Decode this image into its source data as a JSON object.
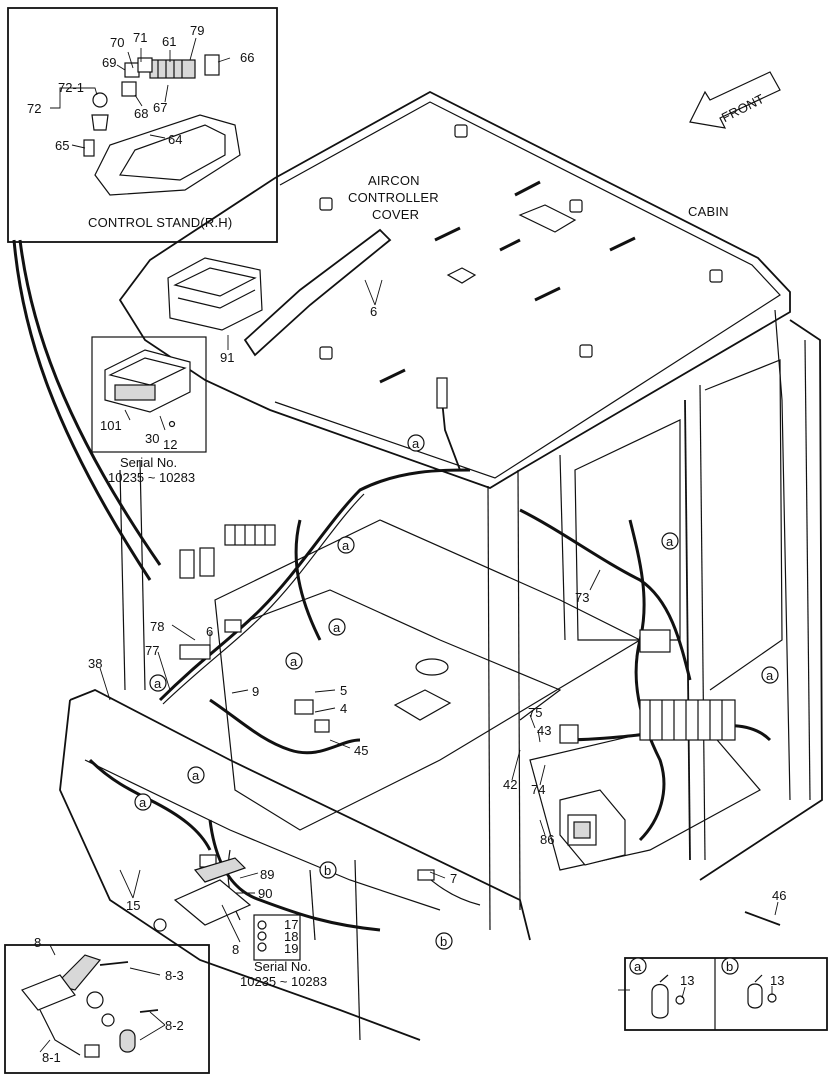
{
  "labels": {
    "control_stand": "CONTROL STAND(R.H)",
    "front": "FRONT",
    "aircon_line1": "AIRCON",
    "aircon_line2": "CONTROLLER",
    "aircon_line3": "COVER",
    "cabin": "CABIN",
    "serial_a_line1": "Serial No.",
    "serial_a_line2": "10235 ~ 10283",
    "serial_b_line1": "Serial No.",
    "serial_b_line2": "10235 ~ 10283"
  },
  "parts": {
    "p70": "70",
    "p71": "71",
    "p61": "61",
    "p79": "79",
    "p66": "66",
    "p69": "69",
    "p72_1": "72-1",
    "p72": "72",
    "p68": "68",
    "p67": "67",
    "p65": "65",
    "p64": "64",
    "p6a": "6",
    "p91": "91",
    "p101": "101",
    "p30": "30",
    "p12": "12",
    "p73": "73",
    "p78": "78",
    "p6b": "6",
    "p77": "77",
    "p38": "38",
    "p9": "9",
    "p5": "5",
    "p4": "4",
    "p45": "45",
    "p75": "75",
    "p43": "43",
    "p42": "42",
    "p74": "74",
    "p86": "86",
    "p7": "7",
    "p89": "89",
    "p90": "90",
    "p15": "15",
    "p8": "8",
    "p17": "17",
    "p18": "18",
    "p19": "19",
    "p46": "46",
    "p8_main": "8",
    "p8_3": "8-3",
    "p8_2": "8-2",
    "p8_1": "8-1",
    "p13a": "13",
    "p13b": "13"
  },
  "callouts": {
    "a": "a",
    "b": "b"
  }
}
